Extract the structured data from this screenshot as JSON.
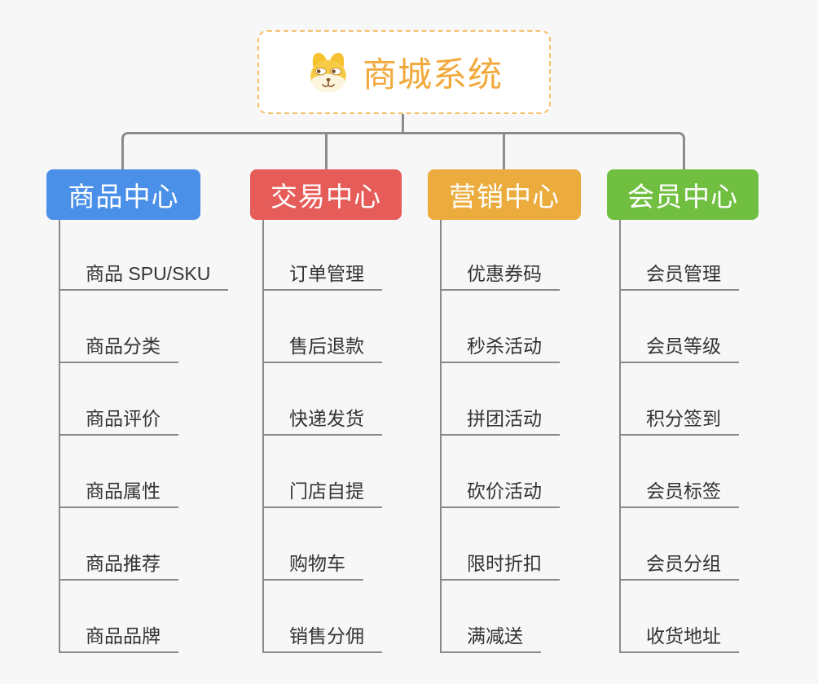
{
  "root": {
    "title": "商城系统",
    "icon": "shiba-dog-icon",
    "accent_color": "#F2A93B",
    "border_color": "#F5C06A"
  },
  "line_color": "#8C8C8C",
  "text_color": "#333333",
  "branches": [
    {
      "label": "商品中心",
      "color": "#4B90E8",
      "items": [
        "商品 SPU/SKU",
        "商品分类",
        "商品评价",
        "商品属性",
        "商品推荐",
        "商品品牌"
      ]
    },
    {
      "label": "交易中心",
      "color": "#E65C58",
      "items": [
        "订单管理",
        "售后退款",
        "快递发货",
        "门店自提",
        "购物车",
        "销售分佣"
      ]
    },
    {
      "label": "营销中心",
      "color": "#EBAC3D",
      "items": [
        "优惠券码",
        "秒杀活动",
        "拼团活动",
        "砍价活动",
        "限时折扣",
        "满减送"
      ]
    },
    {
      "label": "会员中心",
      "color": "#70BF41",
      "items": [
        "会员管理",
        "会员等级",
        "积分签到",
        "会员标签",
        "会员分组",
        "收货地址"
      ]
    }
  ]
}
